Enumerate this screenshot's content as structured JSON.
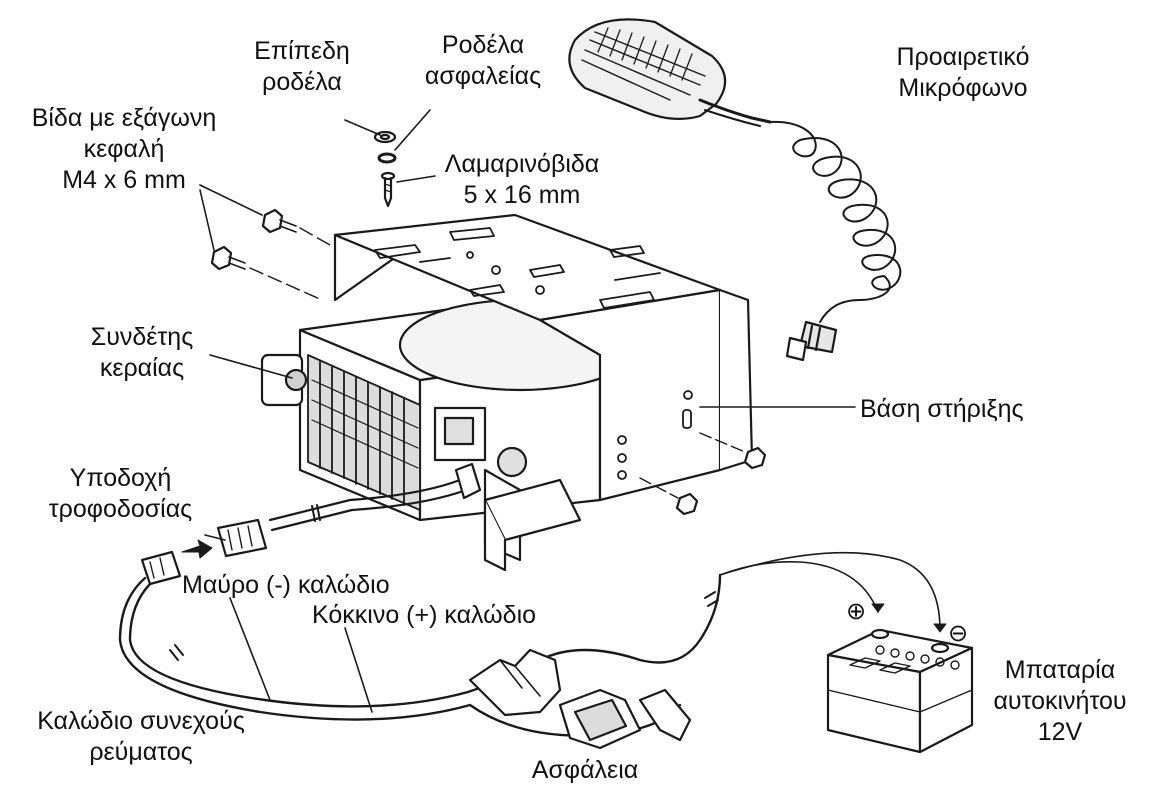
{
  "labels": {
    "flat_washer": [
      "Επίπεδη",
      "ροδέλα"
    ],
    "lock_washer": [
      "Ροδέλα",
      "ασφαλείας"
    ],
    "optional_mic": [
      "Προαιρετικό",
      "Μικρόφωνο"
    ],
    "hex_screw": [
      "Βίδα με εξάγωνη",
      "κεφαλή",
      "M4 x 6 mm"
    ],
    "tapping_screw": [
      "Λαμαρινόβιδα",
      "5 x 16 mm"
    ],
    "antenna_connector": [
      "Συνδέτης",
      "κεραίας"
    ],
    "mounting_bracket": "Βάση στήριξης",
    "power_receptacle": [
      "Υποδοχή",
      "τροφοδοσίας"
    ],
    "black_lead": "Μαύρο (-) καλώδιο",
    "red_lead": "Κόκκινο (+) καλώδιο",
    "dc_cable": [
      "Καλώδιο συνεχούς",
      "ρεύματος"
    ],
    "fuse": "Ασφάλεια",
    "battery": [
      "Μπαταρία",
      "αυτοκινήτου",
      "12V"
    ]
  },
  "battery_terminals": {
    "positive": "⊕",
    "negative": "⊖"
  },
  "colors": {
    "line": "#1a1a1a",
    "fill": "#ffffff",
    "shade": "#c8c8c8"
  }
}
